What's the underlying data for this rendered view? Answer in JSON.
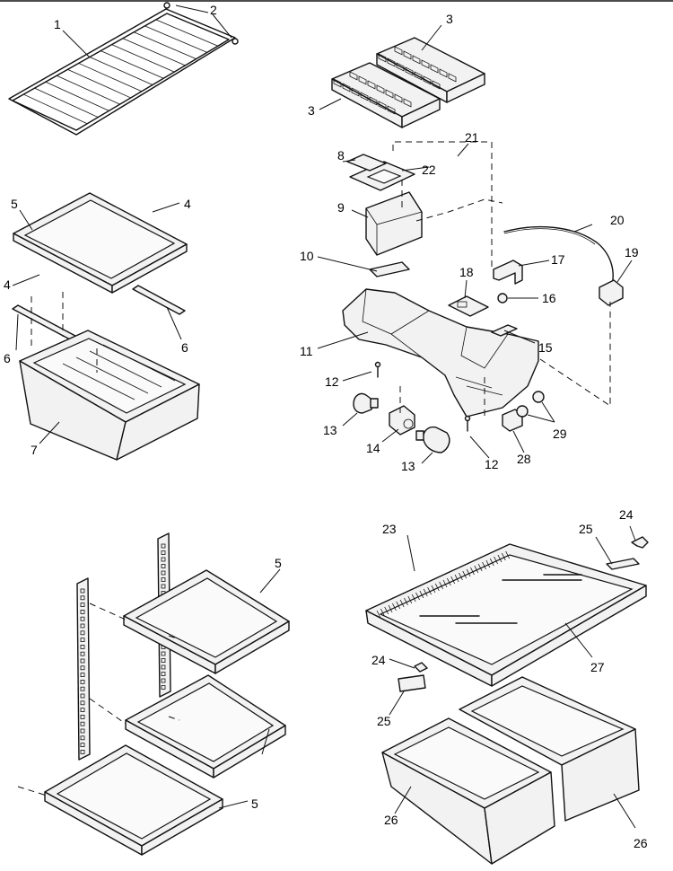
{
  "callouts": [
    {
      "id": "c1",
      "text": "1"
    },
    {
      "id": "c2",
      "text": "2"
    },
    {
      "id": "c3a",
      "text": "3"
    },
    {
      "id": "c3b",
      "text": "3"
    },
    {
      "id": "c4a",
      "text": "4"
    },
    {
      "id": "c4b",
      "text": "4"
    },
    {
      "id": "c5a",
      "text": "5"
    },
    {
      "id": "c5b",
      "text": "5"
    },
    {
      "id": "c5c",
      "text": "5"
    },
    {
      "id": "c6a",
      "text": "6"
    },
    {
      "id": "c6b",
      "text": "6"
    },
    {
      "id": "c7",
      "text": "7"
    },
    {
      "id": "c8",
      "text": "8"
    },
    {
      "id": "c9",
      "text": "9"
    },
    {
      "id": "c10",
      "text": "10"
    },
    {
      "id": "c11",
      "text": "11"
    },
    {
      "id": "c12a",
      "text": "12"
    },
    {
      "id": "c12b",
      "text": "12"
    },
    {
      "id": "c13a",
      "text": "13"
    },
    {
      "id": "c13b",
      "text": "13"
    },
    {
      "id": "c14",
      "text": "14"
    },
    {
      "id": "c15",
      "text": "15"
    },
    {
      "id": "c16",
      "text": "16"
    },
    {
      "id": "c17",
      "text": "17"
    },
    {
      "id": "c18",
      "text": "18"
    },
    {
      "id": "c19",
      "text": "19"
    },
    {
      "id": "c20",
      "text": "20"
    },
    {
      "id": "c21",
      "text": "21"
    },
    {
      "id": "c22",
      "text": "22"
    },
    {
      "id": "c23",
      "text": "23"
    },
    {
      "id": "c24a",
      "text": "24"
    },
    {
      "id": "c24b",
      "text": "24"
    },
    {
      "id": "c25a",
      "text": "25"
    },
    {
      "id": "c25b",
      "text": "25"
    },
    {
      "id": "c26a",
      "text": "26"
    },
    {
      "id": "c26b",
      "text": "26"
    },
    {
      "id": "c27",
      "text": "27"
    },
    {
      "id": "c28",
      "text": "28"
    },
    {
      "id": "c29",
      "text": "29"
    }
  ]
}
